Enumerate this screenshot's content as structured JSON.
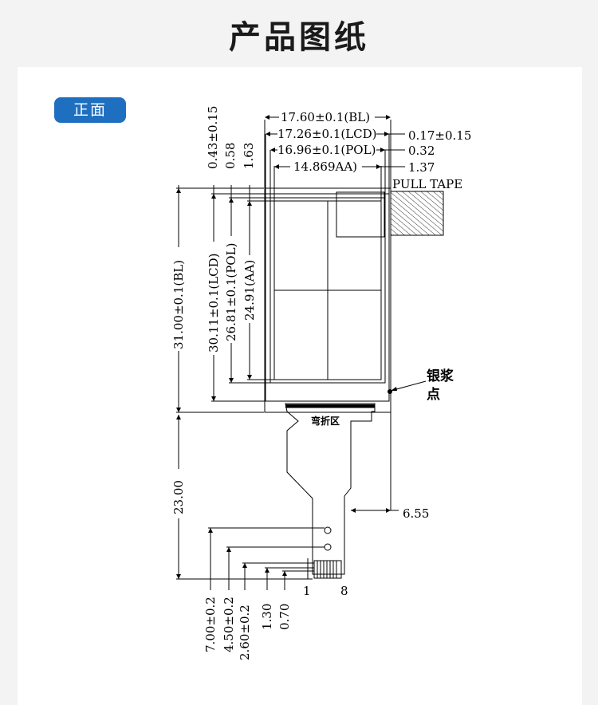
{
  "page_title": "产品图纸",
  "front_badge": "正面",
  "colors": {
    "accent": "#1f6fc1",
    "line": "#000000",
    "background": "#f3f3f3",
    "card": "#ffffff"
  },
  "labels": {
    "pull_tape": "PULL TAPE",
    "silver_paste_1": "银浆",
    "silver_paste_2": "点",
    "bend_area": "弯折区",
    "pin_1": "1",
    "pin_8": "8"
  },
  "dimensions": {
    "bl_width": "17.60±0.1(BL)",
    "lcd_width": "17.26±0.1(LCD)",
    "pol_width": "16.96±0.1(POL)",
    "aa_width": "14.869AA)",
    "right_offset_1": "0.17±0.15",
    "right_offset_2": "0.32",
    "right_offset_3": "1.37",
    "top_offset_1": "0.43±0.15",
    "top_offset_2": "0.58",
    "top_offset_3": "1.63",
    "bl_height": "31.00±0.1(BL)",
    "lcd_height": "30.11±0.1(LCD)",
    "pol_height": "26.81±0.1(POL)",
    "aa_height": "24.91(AA)",
    "fpc_length": "23.00",
    "fpc_offset": "6.55",
    "hole_1": "7.00±0.2",
    "hole_2": "4.50±0.2",
    "hole_3": "2.60±0.2",
    "pitch_1": "1.30",
    "pitch_2": "0.70"
  }
}
